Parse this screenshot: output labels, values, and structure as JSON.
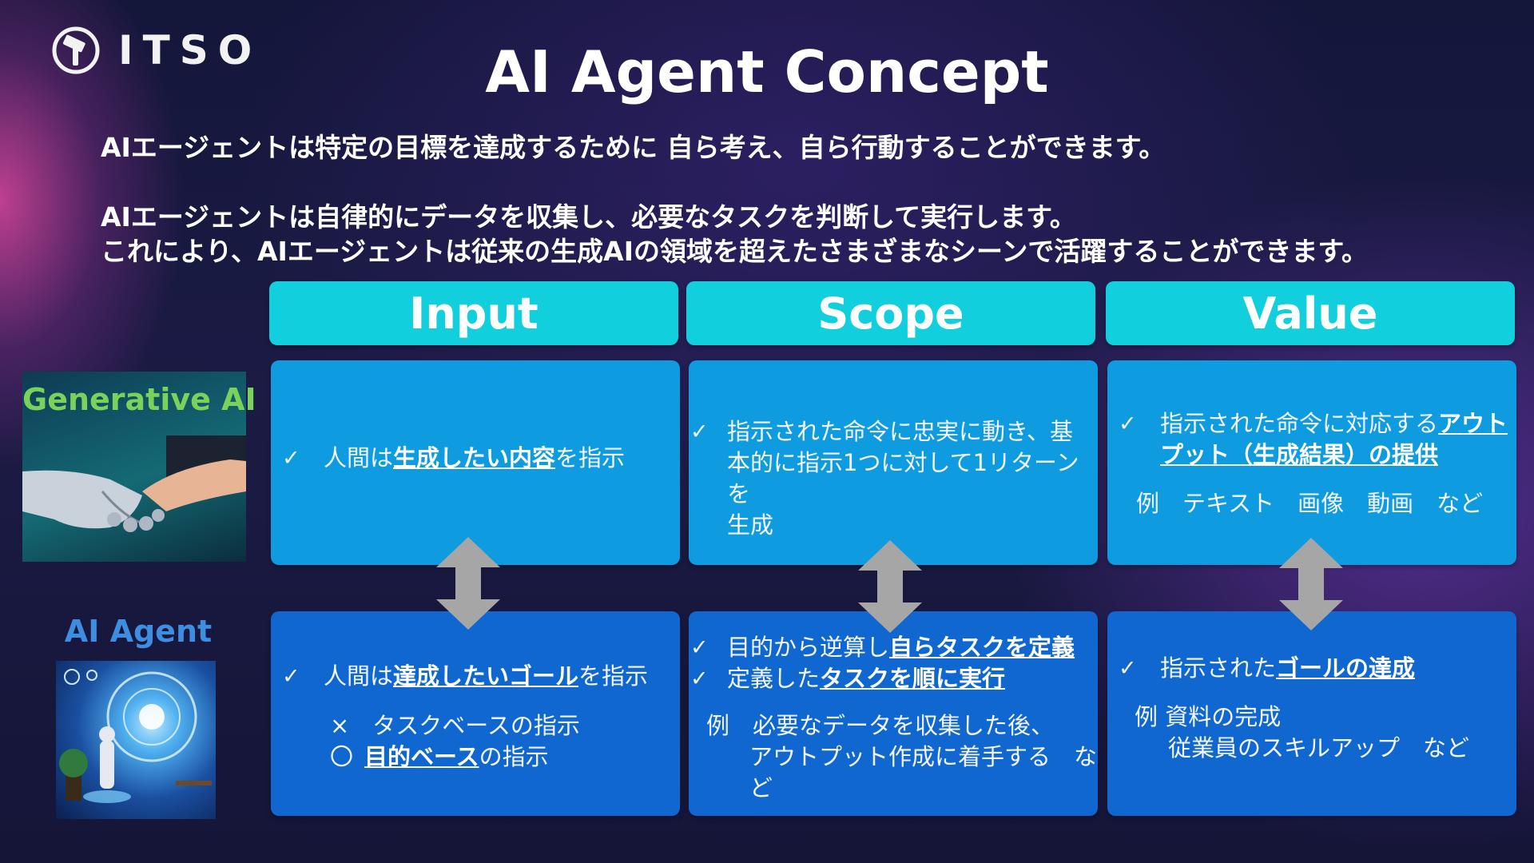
{
  "logo": {
    "text": "ITSO",
    "icon": "hammer-circle-icon"
  },
  "title": "AI Agent Concept",
  "intro": {
    "line1": "AIエージェントは特定の目標を達成するために 自ら考え、自ら行動することができます。",
    "line2": "AIエージェントは自律的にデータを収集し、必要なタスクを判断して実行します。",
    "line3": "これにより、AIエージェントは従来の生成AIの領域を超えたさまざまなシーンで活躍することができます。"
  },
  "columns": [
    "Input",
    "Scope",
    "Value"
  ],
  "rows": {
    "generative_ai": {
      "label": "Generative AI",
      "image": "robot-handshake-image"
    },
    "ai_agent": {
      "label": "AI Agent",
      "image": "robot-hologram-image"
    }
  },
  "cells": {
    "gen_input": {
      "check": "✓",
      "pre": "人間は",
      "u": "生成したい内容",
      "post": "を指示"
    },
    "gen_scope": {
      "check": "✓",
      "line1": "指示された命令に忠実に動き、基",
      "line2": "本的に指示1つに対して1リターンを",
      "line3": "生成"
    },
    "gen_value": {
      "check": "✓",
      "pre": "指示された命令に対応する",
      "u1": "アウト",
      "u2": "プット（生成結果）の提供",
      "example": "例　テキスト　画像　動画　など"
    },
    "agent_input": {
      "check": "✓",
      "pre": "人間は",
      "u": "達成したいゴール",
      "post": "を指示",
      "cross": "×　タスクベースの指示",
      "circle": "〇",
      "u2": "目的ベース",
      "post2": "の指示"
    },
    "agent_scope": {
      "check": "✓",
      "pre1": "目的から逆算し",
      "u1": "自らタスクを定義",
      "pre2": "定義した",
      "u2": "タスクを順に実行",
      "ex1": "例　必要なデータを収集した後、",
      "ex2": "アウトプット作成に着手する　など"
    },
    "agent_value": {
      "check": "✓",
      "pre": "指示された",
      "u": "ゴールの達成",
      "ex1": "例  資料の完成",
      "ex2": "従業員のスキルアップ　など"
    }
  },
  "colors": {
    "header": "#11cfdc",
    "top_cell": "#0e9be0",
    "bottom_cell": "#0f67cf",
    "arrow": "#a6a6a6",
    "gen_label": "#7bd25a",
    "agent_label": "#3d8de0"
  }
}
